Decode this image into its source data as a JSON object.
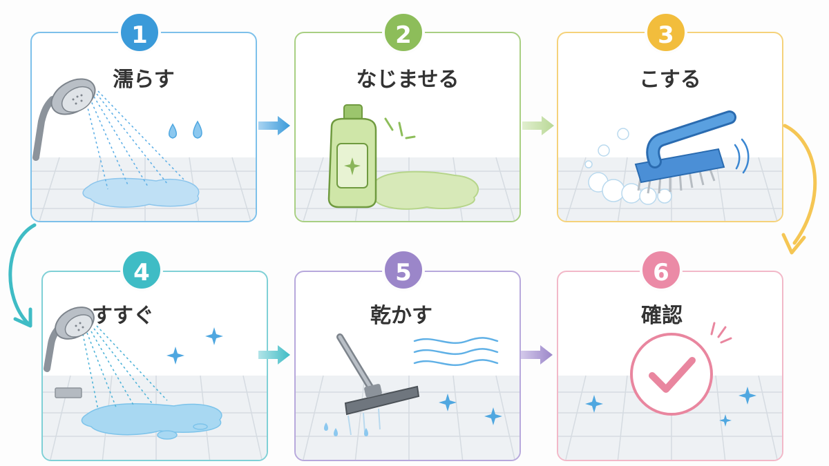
{
  "steps": [
    {
      "number": "1",
      "title": "濡らす",
      "color": "#3a9ad9",
      "icon": "shower-head-icon"
    },
    {
      "number": "2",
      "title": "なじませる",
      "color": "#8dbd5a",
      "icon": "detergent-bottle-icon"
    },
    {
      "number": "3",
      "title": "こする",
      "color": "#f2bd3c",
      "icon": "scrub-brush-icon"
    },
    {
      "number": "4",
      "title": "すすぐ",
      "color": "#3fbcc5",
      "icon": "shower-head-icon"
    },
    {
      "number": "5",
      "title": "乾かす",
      "color": "#9b86c9",
      "icon": "squeegee-icon"
    },
    {
      "number": "6",
      "title": "確認",
      "color": "#eb8aa6",
      "icon": "checkmark-icon"
    }
  ]
}
